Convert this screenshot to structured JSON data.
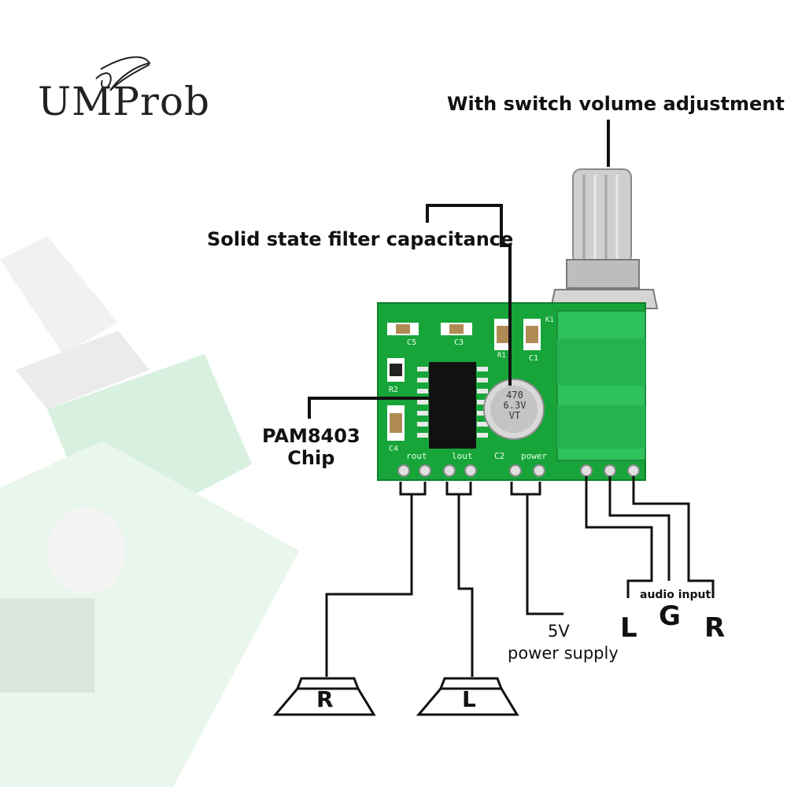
{
  "brand": {
    "name": "UMProb"
  },
  "callouts": {
    "volume": "With switch volume adjustment",
    "capacitor": "Solid state filter capacitance",
    "chip_line1": "PAM8403",
    "chip_line2": "Chip",
    "power_line1": "5V",
    "power_line2": "power supply",
    "audio_input": "audio input"
  },
  "pins": {
    "left": "L",
    "ground": "G",
    "right": "R"
  },
  "speakers": {
    "right": "R",
    "left": "L"
  },
  "board": {
    "pin_labels": [
      "rout",
      "lout",
      "C2",
      "power"
    ],
    "component_labels": [
      "C5",
      "C3",
      "C1",
      "R2",
      "R1",
      "C4",
      "K1"
    ],
    "capacitor_marking": [
      "470",
      "6.3V",
      "VT"
    ]
  },
  "colors": {
    "pcb": "#17a53a",
    "pcb_dark": "#0e7f2a",
    "switch": "#2fc25a",
    "line": "#111111",
    "faded_pcb": "#cfe8d4"
  }
}
